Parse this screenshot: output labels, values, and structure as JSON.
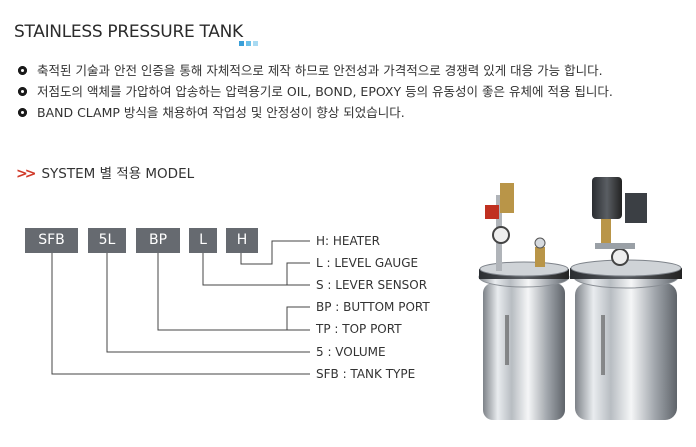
{
  "title": "STAINLESS PRESSURE TANK",
  "bullets": [
    "축적된 기술과 안전 인증을 통해 자체적으로 제작 하므로 안전성과 가격적으로 경쟁력 있게 대응 가능 합니다.",
    "저점도의 액체를 가압하여 압송하는 압력용기로 OIL, BOND, EPOXY 등의 유동성이 좋은 유체에  적용 됩니다.",
    "BAND CLAMP 방식을 채용하여 작업성 및 안정성이 향상 되었습니다."
  ],
  "section_title": "SYSTEM 별 적용 MODEL",
  "model_codes": [
    "SFB",
    "5L",
    "BP",
    "L",
    "H"
  ],
  "legend": [
    "H: HEATER",
    "L : LEVEL GAUGE",
    "S : LEVER SENSOR",
    "BP : BUTTOM PORT",
    "TP : TOP PORT",
    "5 : VOLUME",
    "SFB : TANK TYPE"
  ],
  "colors": {
    "box": "#666a70",
    "chevron": "#d03a2a",
    "accent": "#3a9fd8"
  },
  "image": {
    "description_icon": "pressure-tank-photo"
  }
}
